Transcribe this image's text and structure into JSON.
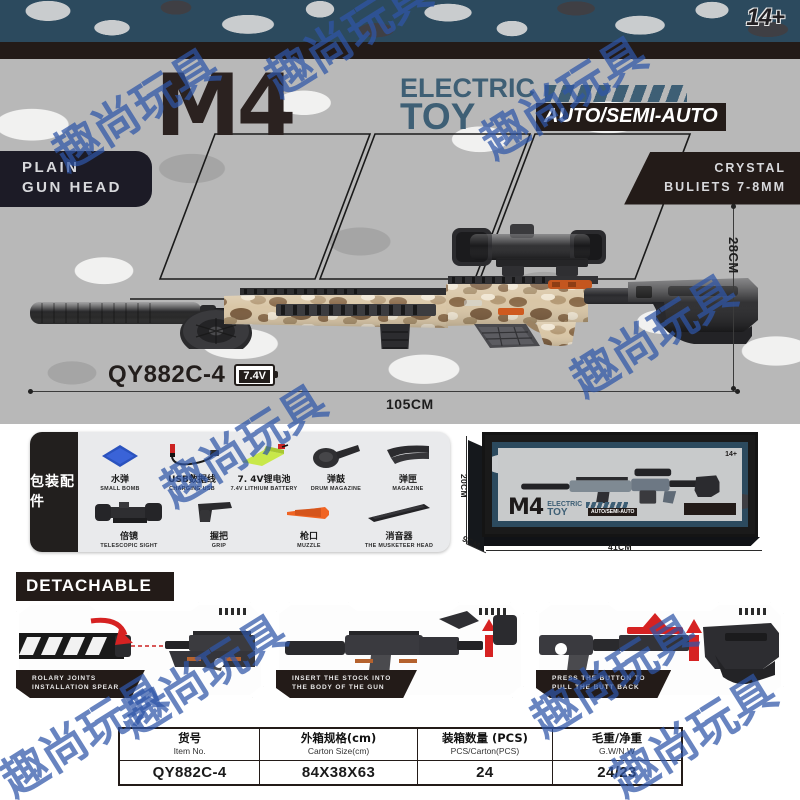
{
  "header": {
    "age_rating": "14+",
    "title_main": "M4",
    "title_electric": "ELECTRIC",
    "title_toy": "TOY",
    "fire_mode": "AUTO/SEMI-AUTO"
  },
  "badges": {
    "left_line1": "PLAIN",
    "left_line2": "GUN HEAD",
    "right_line1": "CRYSTAL",
    "right_line2": "BULIETS 7-8MM"
  },
  "product": {
    "model_no": "QY882C-4",
    "battery": "7.4V",
    "length": "105CM",
    "height": "28CM"
  },
  "accessories": {
    "tab_label": "包装配件",
    "items": [
      {
        "cn": "水弹",
        "en": "SMALL BOMB",
        "icon": "water-bead-icon"
      },
      {
        "cn": "USB数据线",
        "en": "CHARGING USB",
        "icon": "usb-cable-icon"
      },
      {
        "cn": "7. 4V锂电池",
        "en": "7.4V LITHIUM BATTERY",
        "icon": "battery-icon"
      },
      {
        "cn": "弹鼓",
        "en": "DRUM MAGAZINE",
        "icon": "drum-magazine-icon"
      },
      {
        "cn": "弹匣",
        "en": "MAGAZINE",
        "icon": "magazine-icon"
      },
      {
        "cn": "倍镜",
        "en": "TELESCOPIC SIGHT",
        "icon": "scope-icon"
      },
      {
        "cn": "握把",
        "en": "GRIP",
        "icon": "grip-icon"
      },
      {
        "cn": "枪口",
        "en": "MUZZLE",
        "icon": "muzzle-icon"
      },
      {
        "cn": "消音器",
        "en": "THE MUSKETEER HEAD",
        "icon": "silencer-icon"
      }
    ]
  },
  "box": {
    "height_label": "20CM",
    "depth_label": "9CM",
    "width_label": "41CM",
    "box_title": "M4",
    "box_sub1": "ELECTRIC",
    "box_sub2": "TOY",
    "box_age": "14+"
  },
  "detachable": {
    "heading": "DETACHABLE",
    "panels": [
      {
        "line1": "ROLARY JOINTS",
        "line2": "INSTALLATION SPEAR"
      },
      {
        "line1": "INSERT THE STOCK INTO",
        "line2": "THE BODY OF THE GUN"
      },
      {
        "line1": "PRESS THE BUTTON TO",
        "line2": "PULL THE BUTT BACK"
      }
    ]
  },
  "spec_table": {
    "headers": [
      {
        "cn": "货号",
        "en": "Item No."
      },
      {
        "cn": "外箱规格(cm)",
        "en": "Carton Size(cm)"
      },
      {
        "cn": "装箱数量 (PCS)",
        "en": "PCS/Carton(PCS)"
      },
      {
        "cn": "毛重/净重",
        "en": "G.W/N.W"
      }
    ],
    "values": [
      "QY882C-4",
      "84X38X63",
      "24",
      "24/23"
    ]
  },
  "watermark": {
    "text": "趣尚玩具",
    "color": "#2f56a8"
  },
  "colors": {
    "camo_blue": "#2c4a5e",
    "camo_gray": "#b8b8b8",
    "dark": "#231b18",
    "accent_blue": "#3e5f75"
  }
}
